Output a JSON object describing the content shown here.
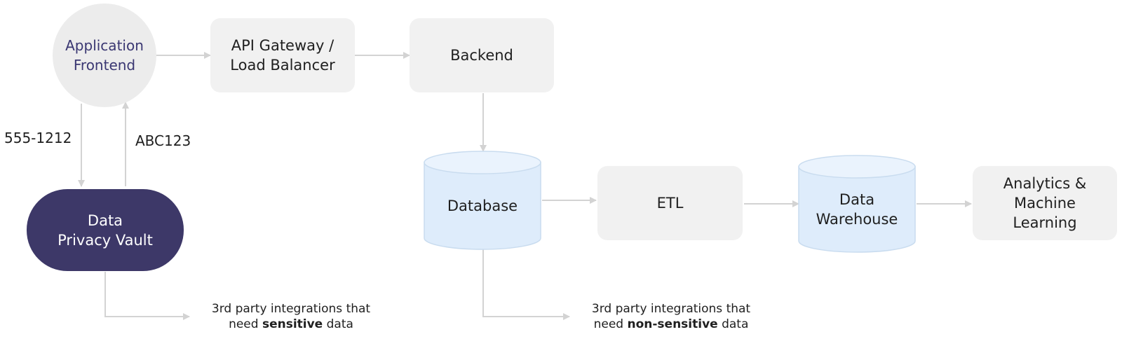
{
  "nodes": {
    "app_frontend": {
      "line1": "Application",
      "line2": "Frontend"
    },
    "api_gateway": {
      "line1": "API Gateway /",
      "line2": "Load Balancer"
    },
    "backend": {
      "label": "Backend"
    },
    "privacy_vault": {
      "line1": "Data",
      "line2": "Privacy Vault"
    },
    "database": {
      "label": "Database"
    },
    "etl": {
      "label": "ETL"
    },
    "data_warehouse": {
      "line1": "Data",
      "line2": "Warehouse"
    },
    "analytics": {
      "line1": "Analytics &",
      "line2": "Machine",
      "line3": "Learning"
    }
  },
  "edge_labels": {
    "to_vault": "555-1212",
    "from_vault": "ABC123"
  },
  "notes": {
    "sensitive": {
      "line1": "3rd party integrations that",
      "prefix": "need ",
      "bold": "sensitive",
      "suffix": " data"
    },
    "non_sensitive": {
      "line1": "3rd party integrations that",
      "prefix": "need ",
      "bold": "non-sensitive",
      "suffix": " data"
    }
  },
  "colors": {
    "box_fill": "#f1f1f1",
    "vault_fill": "#3d3868",
    "cylinder_fill": "#deecfb",
    "cylinder_top": "#eaf3fd",
    "cylinder_stroke": "#c9dcef",
    "arrow": "#d3d3d3"
  }
}
